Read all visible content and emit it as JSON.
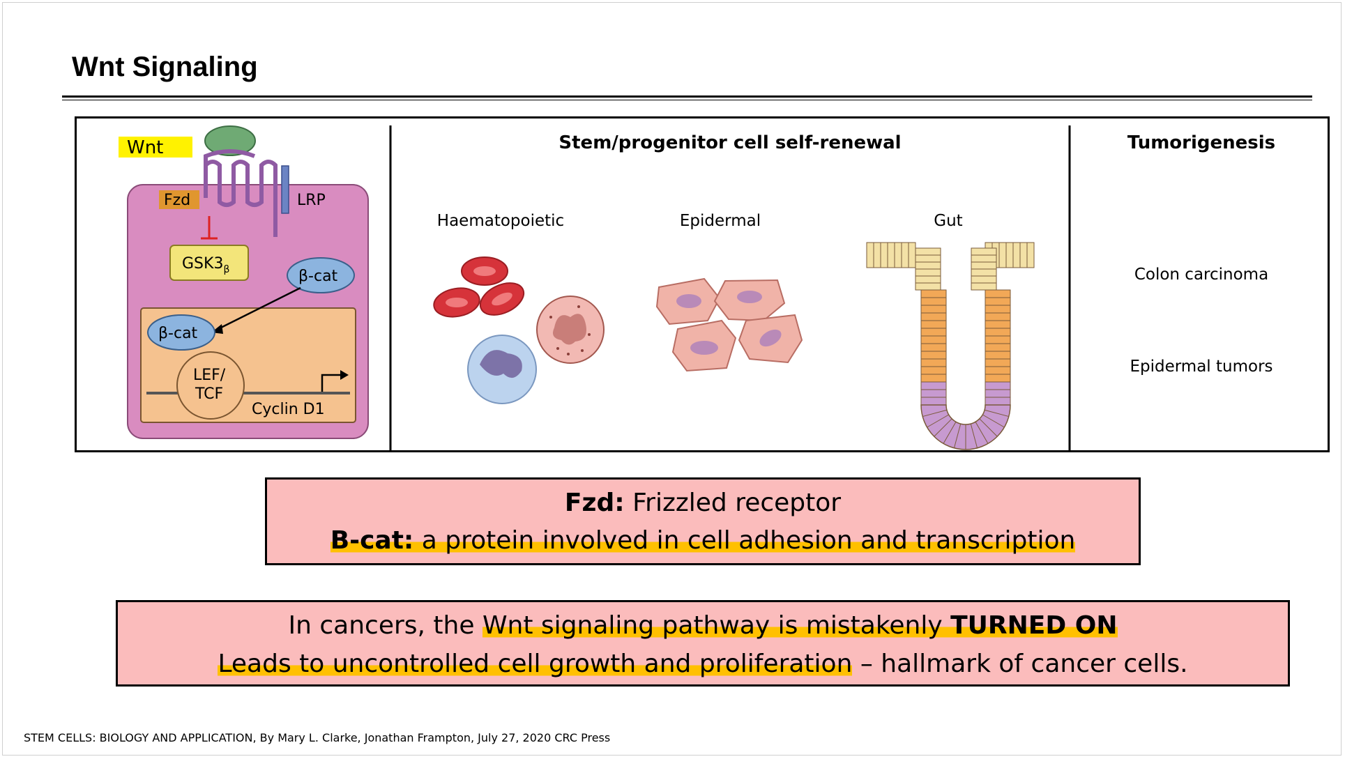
{
  "slide": {
    "title": "Wnt Signaling",
    "citation": "STEM CELLS: BIOLOGY AND APPLICATION, By Mary L. Clarke, Jonathan Frampton, July 27, 2020 CRC Press"
  },
  "figure": {
    "pathway": {
      "wnt_label": "Wnt",
      "fzd_label": "Fzd",
      "lrp_label": "LRP",
      "gsk_label": "GSK3",
      "gsk_sub": "β",
      "bcat_cyto_label": "β-cat",
      "bcat_nuc_label": "β-cat",
      "lef_label_1": "LEF/",
      "lef_label_2": "TCF",
      "cyclin_label": "Cyclin D1"
    },
    "self_renewal": {
      "header": "Stem/progenitor cell self-renewal",
      "haematopoietic": "Haematopoietic",
      "epidermal": "Epidermal",
      "gut": "Gut"
    },
    "tumorigenesis": {
      "header": "Tumorigenesis",
      "item_1": "Colon carcinoma",
      "item_2": "Epidermal tumors"
    }
  },
  "note_1": {
    "term_1": "Fzd:",
    "def_1": " Frizzled receptor",
    "term_2": "B-cat:",
    "def_2": " a protein involved in cell adhesion and transcription"
  },
  "note_2": {
    "line1_a": "In cancers, the ",
    "line1_b": "Wnt signaling pathway is mistakenly ",
    "line1_c": "TURNED ON",
    "line2_a": "Leads to uncontrolled cell growth and proliferation",
    "line2_b": " – hallmark of cancer cells."
  },
  "colors": {
    "highlight": "#ffc000",
    "note_fill": "#fbbcbc",
    "cell_fill": "#d98cc0",
    "nucleus_fill": "#f5c28f",
    "bcat_fill": "#8cb4df",
    "wnt_fill": "#6faa74"
  }
}
